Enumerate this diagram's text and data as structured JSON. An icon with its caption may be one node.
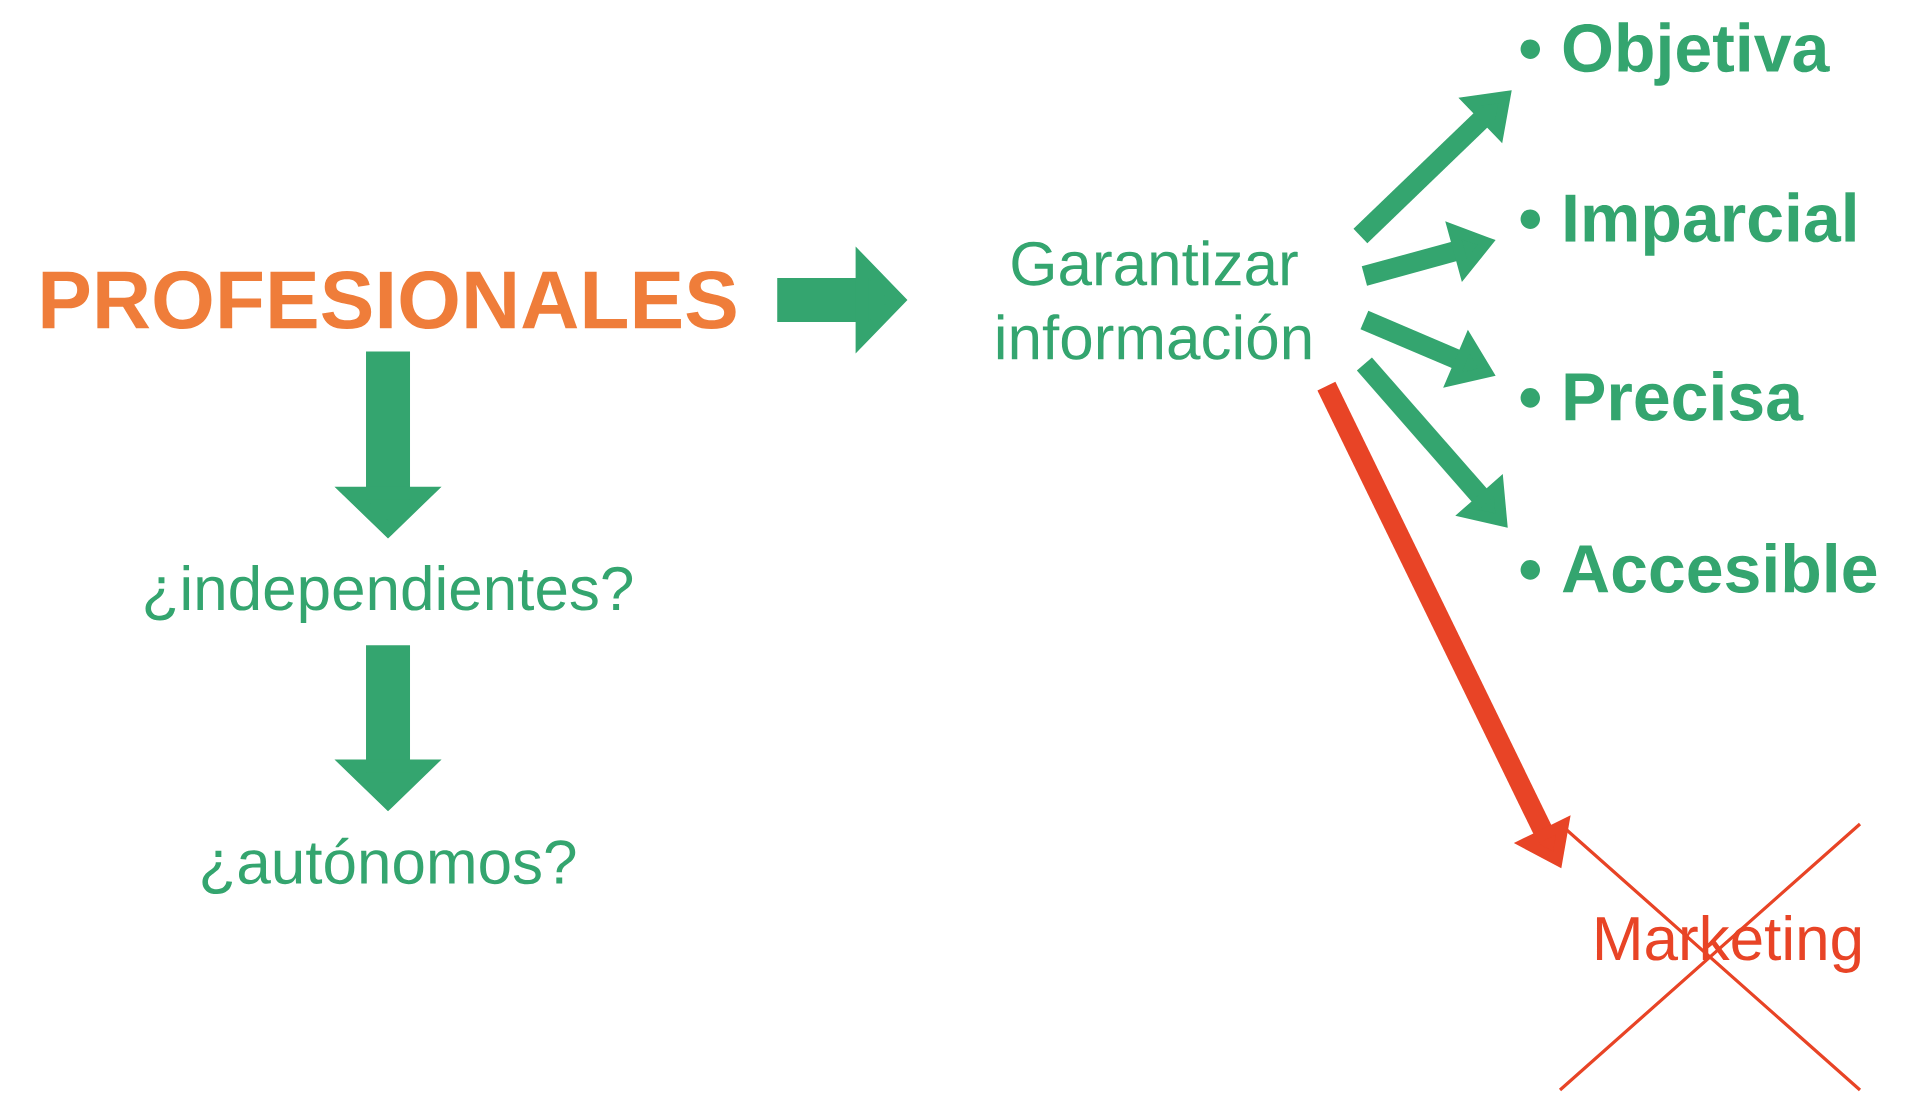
{
  "diagram": {
    "nodes": [
      {
        "text": [
          "PROFESIONALES"
        ]
      },
      {
        "text": [
          "¿independientes?"
        ]
      },
      {
        "text": [
          "¿autónomos?"
        ]
      },
      {
        "text": [
          "Garantizar información"
        ]
      },
      {
        "text": [
          "• Objetiva"
        ]
      },
      {
        "text": [
          "• Imparcial"
        ]
      },
      {
        "text": [
          "• Precisa"
        ]
      },
      {
        "text": [
          "• Accesible"
        ]
      },
      {
        "text": [
          "Marketing"
        ]
      }
    ],
    "edges": [
      {
        "from": 0,
        "to": 3,
        "arrow": "to",
        "style": "thick"
      },
      {
        "from": 0,
        "to": 1,
        "arrow": "to",
        "style": "thick"
      },
      {
        "from": 1,
        "to": 2,
        "arrow": "to",
        "style": "thick"
      },
      {
        "from": 3,
        "to": 4,
        "arrow": "to"
      },
      {
        "from": 3,
        "to": 5,
        "arrow": "to"
      },
      {
        "from": 3,
        "to": 6,
        "arrow": "to"
      },
      {
        "from": 3,
        "to": 7,
        "arrow": "to"
      },
      {
        "from": 3,
        "to": 8,
        "arrow": "to",
        "color": "#e84426"
      }
    ]
  }
}
